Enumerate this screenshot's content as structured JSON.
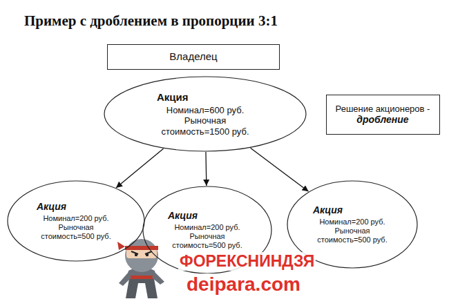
{
  "diagram": {
    "title": "Пример с дроблением в пропорции 3:1",
    "nodes": [
      {
        "text": [
          "Владелец"
        ]
      },
      {
        "text": [
          "Акция",
          "Номинал=600 руб. Рыночная стоимость=1500 руб."
        ]
      },
      {
        "text": [
          "Решение акционеров -",
          "дробление"
        ]
      },
      {
        "text": [
          "Акция",
          "Номинал=200 руб. Рыночная стоимость=500 руб."
        ]
      },
      {
        "text": [
          "Акция",
          "Номинал=200 руб. Рыночная стоимость=500 руб."
        ]
      },
      {
        "text": [
          "Акция",
          "Номинал=200 руб. Рыночная стоимость=500 руб."
        ]
      }
    ],
    "edges": [
      {
        "from": 1,
        "to": 3,
        "arrow": "to"
      },
      {
        "from": 1,
        "to": 4,
        "arrow": "to"
      },
      {
        "from": 1,
        "to": 5,
        "arrow": "to"
      }
    ],
    "labels": [
      "ФОРЕКСНИНДЗЯ",
      "deipara.com"
    ]
  }
}
